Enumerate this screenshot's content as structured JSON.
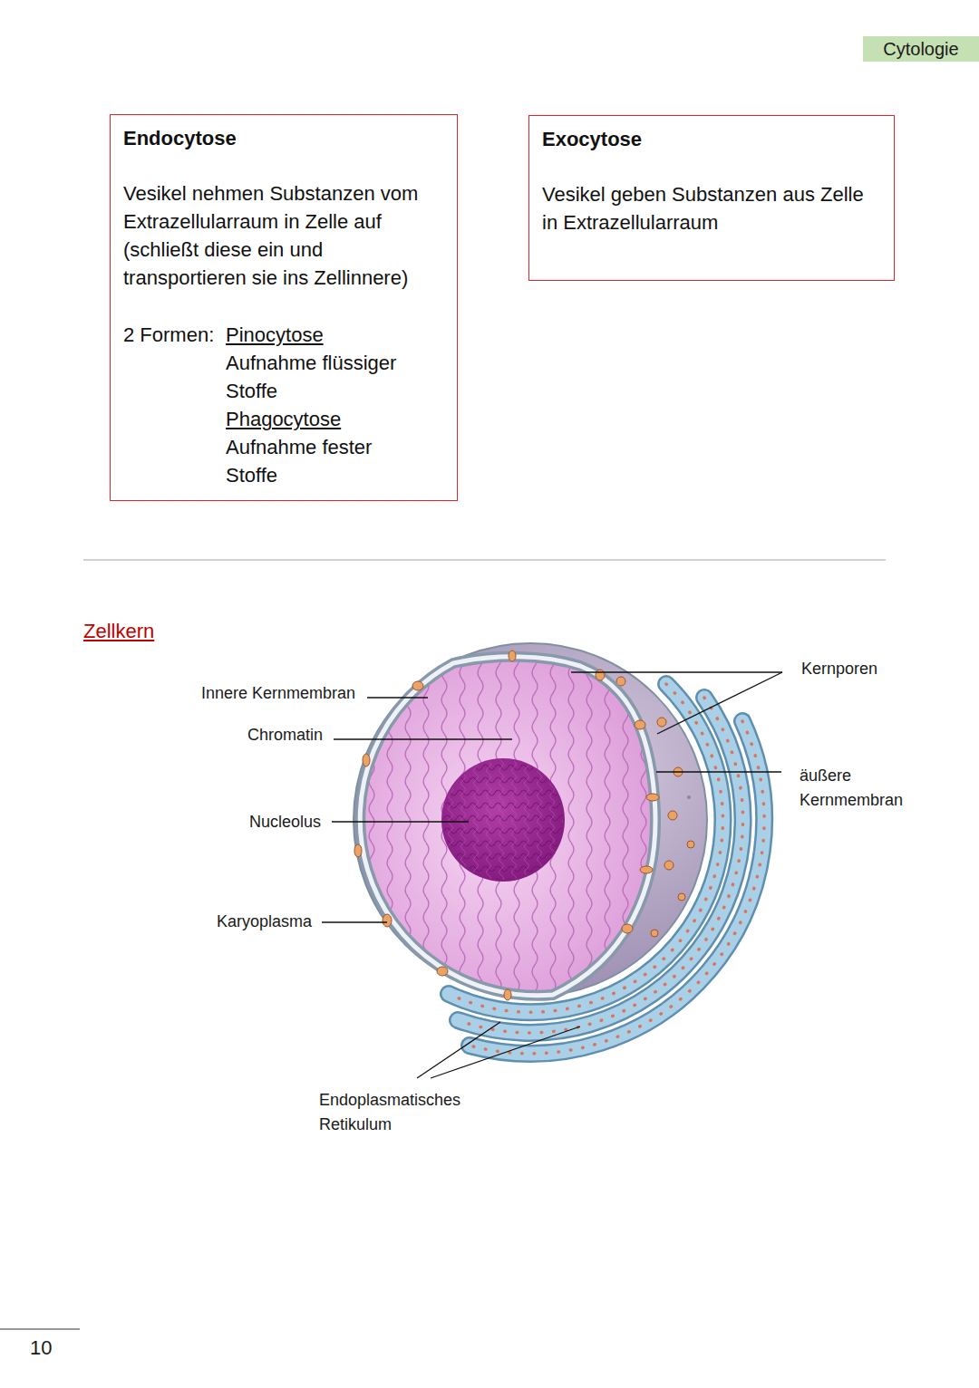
{
  "diagram": {
    "nodes": [
      {
        "text": [
          "Endocytose",
          "Vesikel nehmen Substanzen vom Extrazellularraum in Zelle auf (schließt diese ein und transportieren sie ins Zellinnere)",
          "2 Formen:",
          "Pinocytose",
          "Aufnahme flüssiger Stoffe",
          "Phagocytose",
          "Aufnahme fester Stoffe"
        ]
      },
      {
        "text": [
          "Exocytose",
          "Vesikel geben Substanzen aus Zelle in Extrazellularraum"
        ]
      }
    ],
    "labels": [
      "Cytologie",
      "Zellkern",
      "Innere Kernmembran",
      "Chromatin",
      "Nucleolus",
      "Karyoplasma",
      "Kernporen",
      "äußere Kernmembran",
      "Endoplasmatisches Retikulum",
      "10"
    ]
  }
}
